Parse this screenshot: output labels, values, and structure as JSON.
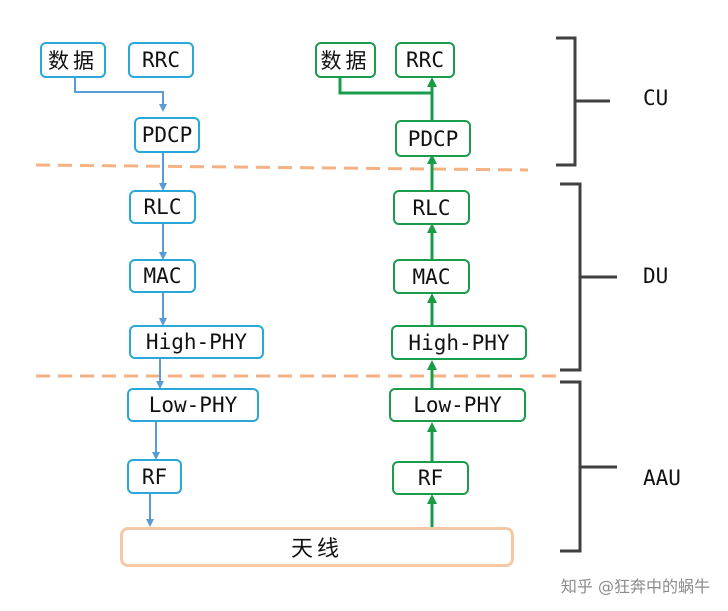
{
  "colors": {
    "downlink": "#5b9bd5",
    "uplink": "#1a9c4b",
    "divider": "#f4b183",
    "bracket": "#404040"
  },
  "downlink": {
    "data": "数据",
    "rrc": "RRC",
    "pdcp": "PDCP",
    "rlc": "RLC",
    "mac": "MAC",
    "high_phy": "High-PHY",
    "low_phy": "Low-PHY",
    "rf": "RF"
  },
  "uplink": {
    "data": "数据",
    "rrc": "RRC",
    "pdcp": "PDCP",
    "rlc": "RLC",
    "mac": "MAC",
    "high_phy": "High-PHY",
    "low_phy": "Low-PHY",
    "rf": "RF"
  },
  "antenna": "天线",
  "groups": {
    "cu": "CU",
    "du": "DU",
    "aau": "AAU"
  },
  "watermark": "知乎 @狂奔中的蜗牛"
}
